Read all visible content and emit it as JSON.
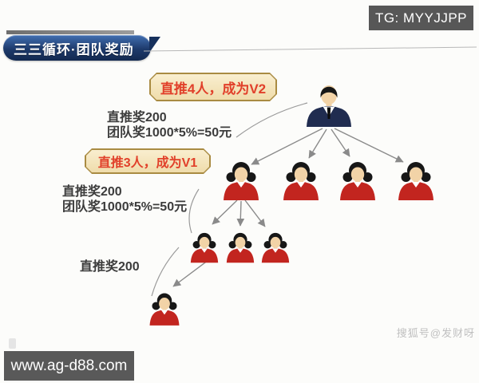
{
  "overlays": {
    "tg_badge": "TG: MYYJJPP",
    "site_badge": "www.ag-d88.com",
    "watermark": "搜狐号@发财呀"
  },
  "header": {
    "banner_title": "三三循环·团队奖励"
  },
  "labels": {
    "v2_badge": "直推4人，成为V2",
    "v1_badge": "直推3人，成为V1",
    "reward_v2": {
      "line1": "直推奖200",
      "line2": "团队奖1000*5%=50元"
    },
    "reward_v1": {
      "line1": "直推奖200",
      "line2": "团队奖1000*5%=50元"
    },
    "reward_bottom": "直推奖200"
  },
  "colors": {
    "banner_blue": "#1d3a6b",
    "badge_gray": "#575757",
    "plaque_bg": "#f7e9c6",
    "plaque_border": "#a98b42",
    "accent_red": "#e1402a",
    "shirt_red": "#c2251f",
    "suit_navy": "#202c50",
    "arrow_gray": "#8a8a8a",
    "text_dark": "#3c3c3c",
    "watermark_gray": "#c0c0c0"
  },
  "diagram": {
    "type": "tree",
    "title": "三三循环·团队奖励",
    "nodes": [
      {
        "id": "leader",
        "icon": "man-suit-icon",
        "level": 1,
        "rank": "V2",
        "note": "直推4人，成为V2；直推奖200；团队奖1000*5%=50元"
      },
      {
        "id": "m1",
        "icon": "woman-red-icon",
        "level": 2,
        "rank": "V1",
        "note": "直推3人，成为V1；直推奖200；团队奖1000*5%=50元"
      },
      {
        "id": "m2",
        "icon": "woman-red-icon",
        "level": 2
      },
      {
        "id": "m3",
        "icon": "woman-red-icon",
        "level": 2
      },
      {
        "id": "m4",
        "icon": "woman-red-icon",
        "level": 2
      },
      {
        "id": "s1",
        "icon": "woman-red-icon",
        "level": 3,
        "note": "直推奖200"
      },
      {
        "id": "s2",
        "icon": "woman-red-icon",
        "level": 3
      },
      {
        "id": "s3",
        "icon": "woman-red-icon",
        "level": 3
      },
      {
        "id": "t1",
        "icon": "woman-red-icon",
        "level": 4
      }
    ],
    "edges": [
      [
        "leader",
        "m1"
      ],
      [
        "leader",
        "m2"
      ],
      [
        "leader",
        "m3"
      ],
      [
        "leader",
        "m4"
      ],
      [
        "m1",
        "s1"
      ],
      [
        "m1",
        "s2"
      ],
      [
        "m1",
        "s3"
      ],
      [
        "s1",
        "t1"
      ]
    ]
  }
}
